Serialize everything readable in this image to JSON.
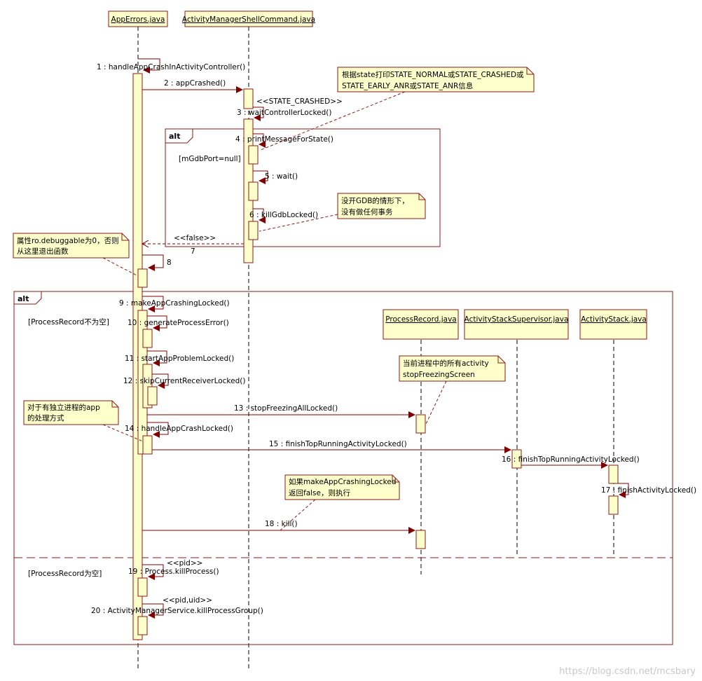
{
  "participants": [
    {
      "name": "AppErrors.java"
    },
    {
      "name": "ActivityManagerShellCommand.java"
    },
    {
      "name": "ProcessRecord.java"
    },
    {
      "name": "ActivityStackSupervisor.java"
    },
    {
      "name": "ActivityStack.java"
    }
  ],
  "messages": {
    "m1": "1 : handleAppCrashInActivityController()",
    "m2": "2 : appCrashed()",
    "m2s": "<<STATE_CRASHED>>",
    "m3": "3 : waitControllerLocked()",
    "m4": "4 : printMessageForState()",
    "m5": "5 : wait()",
    "m6": "6 : killGdbLocked()",
    "m7ret": "<<false>>",
    "m7": "7",
    "m8": "8",
    "m9": "9 : makeAppCrashingLocked()",
    "m10": "10 : generateProcessError()",
    "m11": "11 : startAppProblemLocked()",
    "m12": "12 : skipCurrentReceiverLocked()",
    "m13": "13 : stopFreezingAllLocked()",
    "m14": "14 : handleAppCrashLocked()",
    "m15": "15 : finishTopRunningActivityLocked()",
    "m16": "16 : finishTopRunningActivityLocked()",
    "m17": "17 : finishActivityLocked()",
    "m18": "18 : kill()",
    "m19s": "<<pid>>",
    "m19": "19 : Process.killProcess()",
    "m20s": "<<pid,uid>>",
    "m20": "20 : ActivityManagerService.killProcessGroup()"
  },
  "fragments": {
    "alt1_keyword": "alt",
    "alt1_guard": "[mGdbPort=null]",
    "alt2_keyword": "alt",
    "alt2_guard1": "[ProcessRecord不为空]",
    "alt2_guard2": "[ProcessRecord为空]"
  },
  "notes": {
    "n_state_1": "根据state打印STATE_NORMAL或STATE_CRASHED或",
    "n_state_2": "STATE_EARLY_ANR或STATE_ANR信息",
    "n_gdb_1": "没开GDB的情形下，",
    "n_gdb_2": "没有做任何事务",
    "n_debug_1": "属性ro.debuggable为0，否则",
    "n_debug_2": "从这里退出函数",
    "n_freeze_1": "当前进程中的所有activity",
    "n_freeze_2": "stopFreezingScreen",
    "n_app_1": "对于有独立进程的app",
    "n_app_2": "的处理方式",
    "n_kill_1": "如果makeAppCrashingLocked",
    "n_kill_2": "返回false，则执行"
  },
  "watermark": "https://blog.csdn.net/mcsbary",
  "colors": {
    "box_fill": "#ffffcc",
    "box_stroke": "#8b1a1a",
    "arrow": "#800000",
    "frame": "#8b1a1a"
  }
}
